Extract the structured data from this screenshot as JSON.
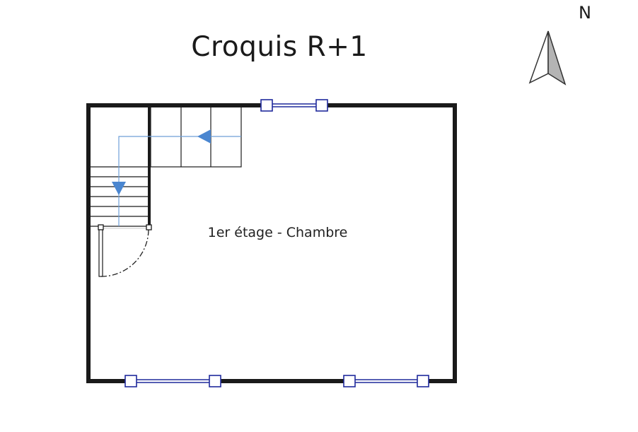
{
  "title": "Croquis R+1",
  "north_label": "N",
  "room_label": "1er étage - Chambre",
  "icons": {
    "north_arrow": "north-arrow-icon",
    "stair_direction": "arrow-icon"
  },
  "colors": {
    "wall": "#1a1a1a",
    "window": "#1f2a9c",
    "stair_arrow": "#4a86d0",
    "stair_line": "#6f9fd8",
    "door": "#222222"
  }
}
